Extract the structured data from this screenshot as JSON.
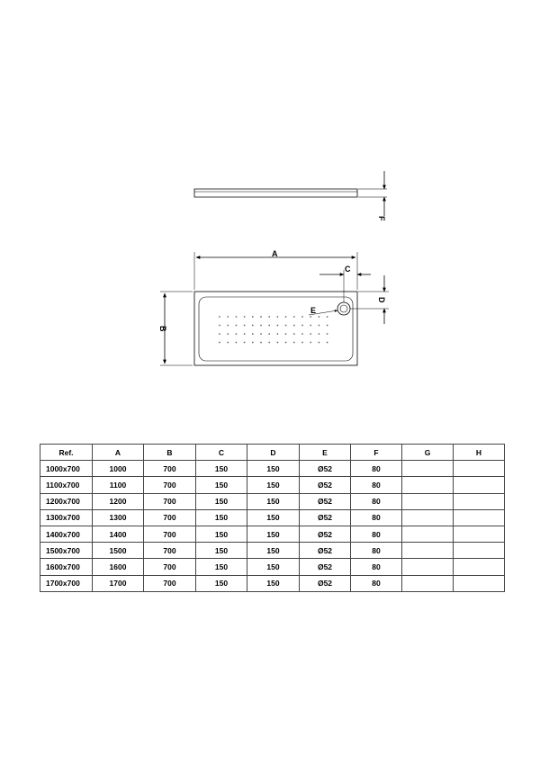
{
  "drawing": {
    "label_a": "A",
    "label_b": "B",
    "label_c": "C",
    "label_d": "D",
    "label_e": "E",
    "label_f": "F"
  },
  "table": {
    "headers": [
      "Ref.",
      "A",
      "B",
      "C",
      "D",
      "E",
      "F",
      "G",
      "H"
    ],
    "rows": [
      [
        "1000x700",
        "1000",
        "700",
        "150",
        "150",
        "Ø52",
        "80",
        "",
        ""
      ],
      [
        "1100x700",
        "1100",
        "700",
        "150",
        "150",
        "Ø52",
        "80",
        "",
        ""
      ],
      [
        "1200x700",
        "1200",
        "700",
        "150",
        "150",
        "Ø52",
        "80",
        "",
        ""
      ],
      [
        "1300x700",
        "1300",
        "700",
        "150",
        "150",
        "Ø52",
        "80",
        "",
        ""
      ],
      [
        "1400x700",
        "1400",
        "700",
        "150",
        "150",
        "Ø52",
        "80",
        "",
        ""
      ],
      [
        "1500x700",
        "1500",
        "700",
        "150",
        "150",
        "Ø52",
        "80",
        "",
        ""
      ],
      [
        "1600x700",
        "1600",
        "700",
        "150",
        "150",
        "Ø52",
        "80",
        "",
        ""
      ],
      [
        "1700x700",
        "1700",
        "700",
        "150",
        "150",
        "Ø52",
        "80",
        "",
        ""
      ]
    ]
  }
}
